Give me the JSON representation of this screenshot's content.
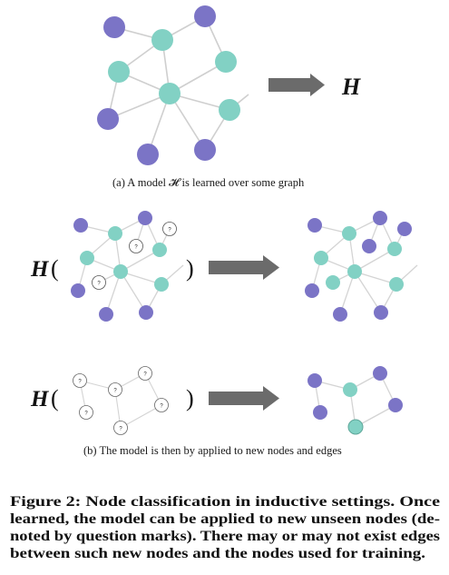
{
  "panel_a": {
    "model_symbol": "H",
    "caption": "(a)  A model 𝓗 is learned over some graph"
  },
  "panel_b": {
    "model_symbol": "H",
    "paren_open": "(",
    "paren_close": ")",
    "unknown_mark": "?",
    "caption": "(b)  The model is then by applied to new nodes and edges"
  },
  "figure_caption": {
    "lines": [
      "Figure 2: Node classification in inductive settings. Once",
      "learned, the model can be applied to new unseen nodes (de-",
      "noted by question marks). There may or may not exist edges",
      "between such new nodes and the nodes used for training."
    ]
  },
  "colors": {
    "purple_node": "#7b74c6",
    "teal_node": "#82d1c4",
    "edge": "#cfcfcf",
    "arrow": "#6b6b6b"
  }
}
